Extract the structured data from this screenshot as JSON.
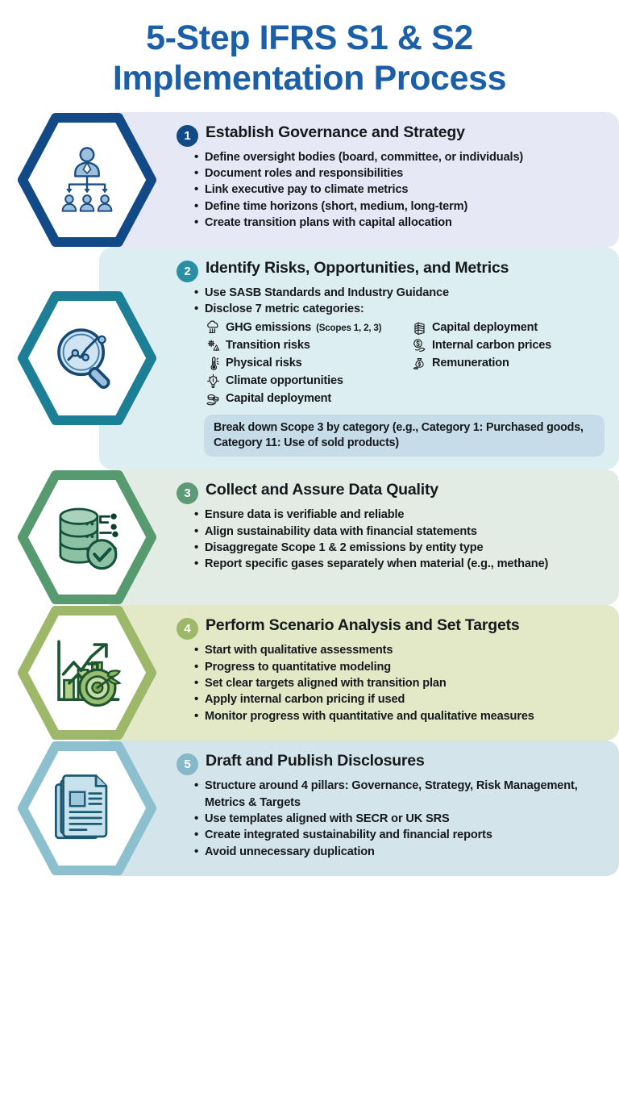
{
  "title": {
    "line1": "5-Step IFRS S1 & S2",
    "line2": "Implementation Process",
    "color": "#1b5fa8"
  },
  "steps": [
    {
      "number": "1",
      "title": "Establish Governance and Strategy",
      "icon": "org-chart-icon",
      "panel_color": "#e6e9f5",
      "accent": "#124a87",
      "badge_color": "#124a87",
      "bullets": [
        "Define oversight bodies (board, committee, or individuals)",
        "Document roles and responsibilities",
        "Link executive pay to climate metrics",
        "Define time horizons (short, medium, long-term)",
        "Create transition plans with capital allocation"
      ]
    },
    {
      "number": "2",
      "title": "Identify Risks, Opportunities, and Metrics",
      "icon": "magnifier-chart-icon",
      "panel_color": "#ddeef3",
      "accent": "#1d7f96",
      "badge_color": "#2b8fa3",
      "bullets": [
        "Use SASB Standards and Industry Guidance",
        "Disclose 7 metric categories:"
      ],
      "metrics": [
        {
          "label": "GHG emissions",
          "sub": "(Scopes 1, 2, 3)",
          "icon": "cloud-emissions-icon"
        },
        {
          "label": "Capital deployment",
          "sub": "",
          "icon": "coins-stack-icon"
        },
        {
          "label": "Transition risks",
          "sub": "",
          "icon": "gear-risk-icon"
        },
        {
          "label": "Internal carbon prices",
          "sub": "",
          "icon": "dollar-hand-icon"
        },
        {
          "label": "Physical risks",
          "sub": "",
          "icon": "thermometer-icon"
        },
        {
          "label": "Remuneration",
          "sub": "",
          "icon": "money-bag-icon"
        },
        {
          "label": "Climate opportunities",
          "sub": "",
          "icon": "lightbulb-icon"
        },
        {
          "label": "",
          "sub": "",
          "icon": ""
        },
        {
          "label": "Capital deployment",
          "sub": "",
          "icon": "coins-hand-icon"
        },
        {
          "label": "",
          "sub": "",
          "icon": ""
        }
      ],
      "callout": "Break down Scope 3 by category (e.g., Category 1: Purchased goods, Category 11: Use of sold products)",
      "callout_color": "#c6dce8"
    },
    {
      "number": "3",
      "title": "Collect and Assure Data Quality",
      "icon": "database-check-icon",
      "panel_color": "#e2ece4",
      "accent": "#579a6f",
      "badge_color": "#5d9a77",
      "bullets": [
        "Ensure data is verifiable and reliable",
        "Align sustainability data with financial statements",
        "Disaggregate Scope 1 & 2 emissions by entity type",
        "Report specific gases separately when material (e.g., methane)"
      ]
    },
    {
      "number": "4",
      "title": "Perform Scenario Analysis and Set Targets",
      "icon": "growth-target-icon",
      "panel_color": "#e3e8c7",
      "accent": "#a8c martin",
      "badge_color": "#9eb86a",
      "bullets": [
        "Start with qualitative assessments",
        "Progress to quantitative modeling",
        "Set clear targets aligned with transition plan",
        "Apply internal carbon pricing if used",
        "Monitor progress with quantitative and qualitative measures"
      ]
    },
    {
      "number": "5",
      "title": "Draft and Publish Disclosures",
      "icon": "documents-stack-icon",
      "panel_color": "#d3e4ea",
      "accent": "#8cc0ce",
      "badge_color": "#86b9c8",
      "bullets": [
        "Structure around 4 pillars: Governance, Strategy, Risk Management, Metrics & Targets",
        "Use templates aligned with SECR or UK SRS",
        "Create integrated sustainability and financial reports",
        "Avoid unnecessary duplication"
      ]
    }
  ],
  "connector": {
    "color": "#1c68b0",
    "count": 4
  }
}
